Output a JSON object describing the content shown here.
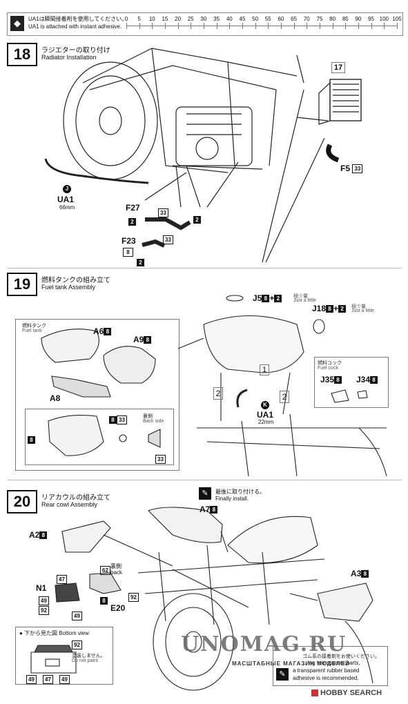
{
  "header": {
    "icon_name": "glue-icon",
    "note_jp": "UA1は瞬間接着剤を使用してください。",
    "note_en": "UA1 is attached with instant adhesive.",
    "ruler_ticks": [
      "0",
      "5",
      "10",
      "15",
      "20",
      "25",
      "30",
      "35",
      "40",
      "45",
      "50",
      "55",
      "60",
      "65",
      "70",
      "75",
      "80",
      "85",
      "90",
      "95",
      "100",
      "105"
    ]
  },
  "step18": {
    "number": "18",
    "title_jp": "ラジエターの取り付け",
    "title_en": "Radiator Installation",
    "part17": "17",
    "f5": "F5",
    "f5_ref": "33",
    "ua1_mark": "J",
    "ua1": "UA1",
    "ua1_len": "66mm",
    "f27": "F27",
    "f27_ref": "33",
    "f27_paint": "2",
    "f23": "F23",
    "f23_ref1": "8",
    "f23_ref2": "33",
    "f23_paint": "2",
    "pipe_paint": "2"
  },
  "step19": {
    "number": "19",
    "title_jp": "燃料タンクの組み立て",
    "title_en": "Fuel tank Assembly",
    "tank_jp": "燃料タンク",
    "tank_en": "Fuel tank",
    "a6": "A6",
    "a6_ref": "8",
    "a9": "A9",
    "a9_ref": "8",
    "a8": "A8",
    "a8_ref1": "8",
    "a8_ref2": "33",
    "left_ref": "8",
    "back_jp": "裏側",
    "back_en": "Back side",
    "back_ref": "33",
    "j5": "J5",
    "j5_ref1": "8",
    "j5_ref2": "2",
    "little_jp": "極少量",
    "little_en": "Just a little",
    "j18": "J18",
    "j18_ref1": "8",
    "j18_ref2": "2",
    "cock_jp": "燃料コック",
    "cock_en": "Fuel cock",
    "j35": "J35",
    "j35_ref": "8",
    "j34": "J34",
    "j34_ref": "8",
    "ua1_mark": "K",
    "ua1": "UA1",
    "ua1_len": "22mm",
    "callout1": "1",
    "callout2a": "2",
    "callout2b": "2"
  },
  "step20": {
    "number": "20",
    "title_jp": "リアカウルの組み立て",
    "title_en": "Rear cowl Assembly",
    "final_jp": "最後に取り付ける。",
    "final_en": "Finally install.",
    "a7": "A7",
    "a7_ref": "8",
    "a2": "A2",
    "a2_ref": "8",
    "a3": "A3",
    "a3_ref": "8",
    "n1": "N1",
    "n1_ref_top": "47",
    "n1_ref_49a": "49",
    "n1_ref_92": "92",
    "n1_ref_49b": "49",
    "e20": "E20",
    "e20_ref_back": "62",
    "back_label": "裏側\nback",
    "e20_ref_8": "8",
    "e20_ref_92": "92",
    "bottom_jp": "下から見た図",
    "bottom_en": "Bottom view",
    "bottom_ref_92": "92",
    "nopaint_jp": "塗装しません。",
    "nopaint_en": "Do not paint.",
    "bv_49a": "49",
    "bv_47": "47",
    "bv_49b": "49",
    "rubber_jp": "ゴム系の接着剤をお使いください。",
    "rubber_en1": "…ing transparent parts,",
    "rubber_en2": "a transparent rubber based",
    "rubber_en3": "adhesive is recommended."
  },
  "watermark": {
    "main": "UNOMAG.RU",
    "sub": "МАСШТАБНЫЕ МАГАЗИН МОДЕЛЕЙ"
  },
  "footer": {
    "brand": "HOBBY SEARCH"
  }
}
